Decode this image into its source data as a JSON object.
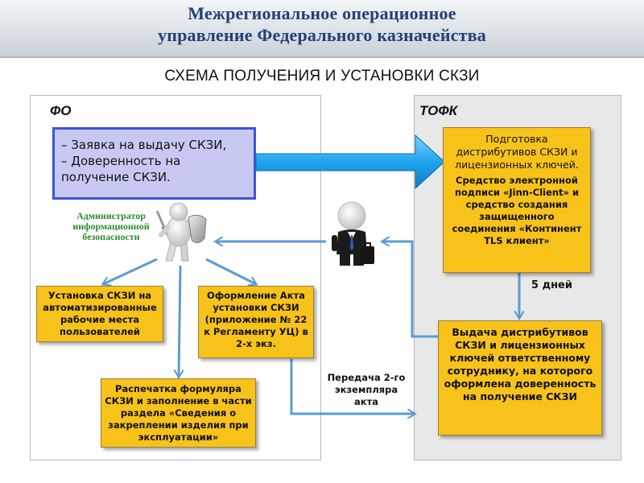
{
  "banner": {
    "title_line1": "Межрегиональное операционное",
    "title_line2": "управление Федерального казначейства"
  },
  "diagram": {
    "title": "СХЕМА ПОЛУЧЕНИЯ И УСТАНОВКИ СКЗИ",
    "panels": {
      "left": "ФО",
      "right": "ТОФК"
    },
    "request_box": {
      "line1": "– Заявка на выдачу СКЗИ,",
      "line2": "– Доверенность на",
      "line3": "получение СКЗИ."
    },
    "prep_box": {
      "main": "Подготовка дистрибутивов СКЗИ и лицензионных ключей.",
      "detail": "Средство электронной подписи «Jinn-Client» и средство создания защищенного соединения «Континент TLS клиент»"
    },
    "days_label": "5 дней",
    "issue_box": "Выдача дистрибутивов СКЗИ и лицензионных ключей ответственному сотруднику, на которого оформлена доверенность на получение СКЗИ",
    "admin_label": "Администратор информационной безопасности",
    "install_box": "Установка СКЗИ на автоматизированные рабочие места пользователей",
    "act_box": "Оформление Акта установки СКЗИ (приложение № 22 к Регламенту УЦ) в 2-х экз.",
    "print_box": "Распечатка формуляра СКЗИ и заполнение в части раздела «Сведения о закреплении изделия при эксплуатации»",
    "transfer_label": "Передача 2-го экземпляра акта"
  },
  "colors": {
    "title": "#243e78",
    "request_fill": "#c8c9f3",
    "request_border": "#3a54d8",
    "box_fill": "#f7c21a",
    "arrow": "#5b9bd5",
    "big_arrow": "#1fa4ee",
    "admin_text": "#2c8a2c"
  }
}
